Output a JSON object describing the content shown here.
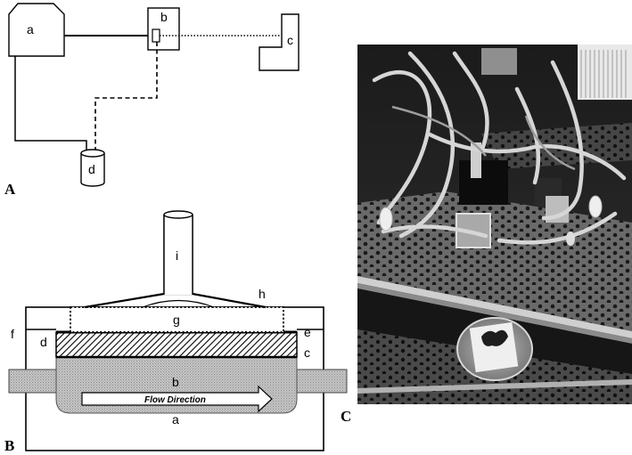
{
  "panels": {
    "A": {
      "label": "A",
      "parts": {
        "a": "a",
        "b": "b",
        "c": "c",
        "d": "d"
      }
    },
    "B": {
      "label": "B",
      "parts": {
        "a": "a",
        "b": "b",
        "c": "c",
        "d": "d",
        "e": "e",
        "f": "f",
        "g": "g",
        "h": "h",
        "i": "i"
      },
      "flow_text": "Flow Direction"
    },
    "C": {
      "label": "C"
    }
  }
}
